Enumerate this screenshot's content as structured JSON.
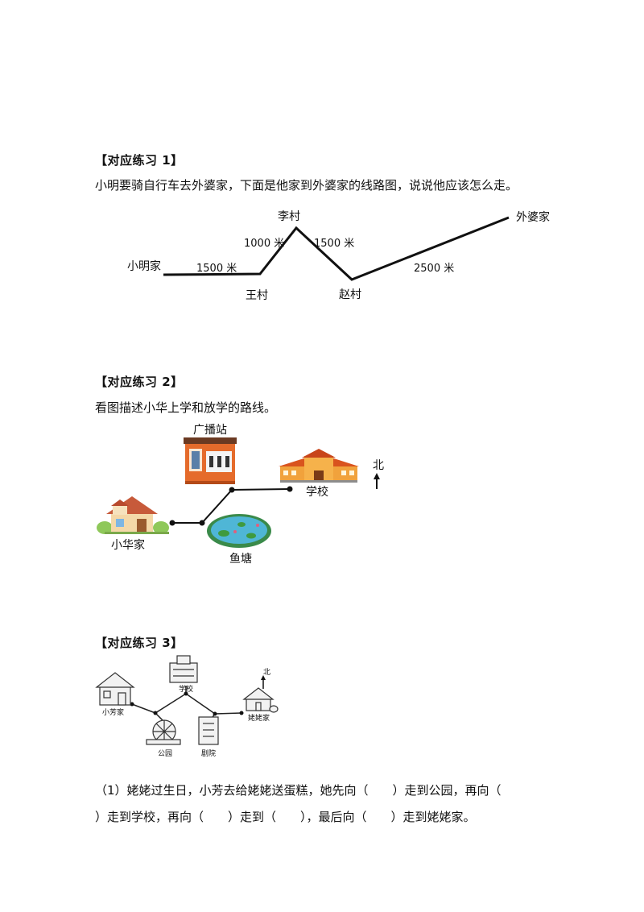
{
  "ex1": {
    "heading": "【对应练习 1】",
    "question": "小明要骑自行车去外婆家，下面是他家到外婆家的线路图，说说他应该怎么走。",
    "places": {
      "home": "小明家",
      "wang": "王村",
      "li": "李村",
      "zhao": "赵村",
      "grandma": "外婆家"
    },
    "distances": {
      "home_wang": "1500 米",
      "wang_li": "1000 米",
      "li_zhao": "1500 米",
      "zhao_grandma": "2500 米"
    }
  },
  "ex2": {
    "heading": "【对应练习 2】",
    "question": "看图描述小华上学和放学的路线。",
    "places": {
      "station": "广播站",
      "school": "学校",
      "home": "小华家",
      "pond": "鱼塘"
    },
    "north": "北"
  },
  "ex3": {
    "heading": "【对应练习 3】",
    "places": {
      "fang_home": "小芳家",
      "school": "学校",
      "park": "公园",
      "theater": "剧院",
      "grandma_home": "姥姥家"
    },
    "north": "北",
    "question_line1": "（1）姥姥过生日，小芳去给姥姥送蛋糕，她先向（　　）走到公园，再向（",
    "question_line2": "）走到学校，再向（　　）走到（　　），最后向（　　）走到姥姥家。"
  }
}
